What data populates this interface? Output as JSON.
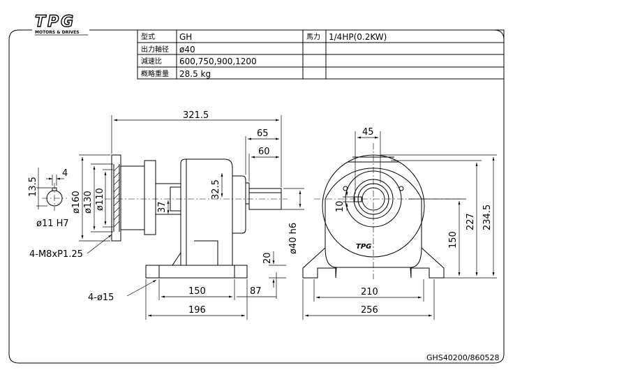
{
  "brand": {
    "logo": "TPG",
    "tagline": "MOTORS & DRIVES"
  },
  "spec_table": {
    "rows": [
      {
        "label": "型式",
        "value": "GH"
      },
      {
        "label": "出力軸径",
        "value": "ø40"
      },
      {
        "label": "減速比",
        "value": "600,750,900,1200"
      },
      {
        "label": "概略重量",
        "value": "28.5 kg"
      }
    ],
    "power_label": "馬力",
    "power_value": "1/4HP(0.2KW)"
  },
  "side_view": {
    "dims": {
      "total_length": "321.5",
      "shaft_65": "65",
      "shaft_60": "60",
      "center_32_5": "32.5",
      "offset_37": "37",
      "height_20": "20",
      "base_150": "150",
      "base_87": "87",
      "base_196": "196",
      "dia_160": "ø160",
      "dia_130": "ø130",
      "dia_110": "ø110",
      "shaft_dia": "ø40 h6",
      "bolt_holes": "4-ø15",
      "tap_holes": "4-M8xP1.25"
    }
  },
  "key_detail": {
    "dim_13_5": "13.5",
    "dim_4": "4",
    "bore": "ø11 H7"
  },
  "front_view": {
    "dims": {
      "key_45": "45",
      "key_10": "10",
      "height_227": "227",
      "height_234_5": "234.5",
      "height_150": "150",
      "base_210": "210",
      "base_256": "256"
    },
    "badge": "TPG"
  },
  "drawing_number": "GHS40200/860528"
}
